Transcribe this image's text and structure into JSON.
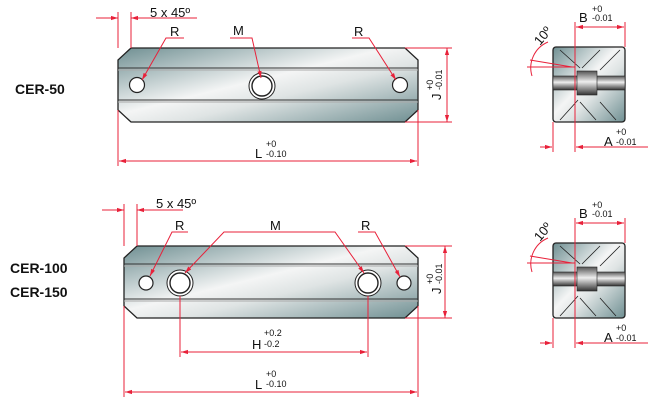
{
  "models": {
    "top": "CER-50",
    "bottom_1": "CER-100",
    "bottom_2": "CER-150"
  },
  "callouts": {
    "chamfer": "5 x 45º",
    "hole_r": "R",
    "thread_m": "M",
    "angle": "10º"
  },
  "dimensions": {
    "L": {
      "label": "L",
      "upper": "+0",
      "lower": "-0.10"
    },
    "J": {
      "label": "J",
      "upper": "+0",
      "lower": "-0.01"
    },
    "H": {
      "label": "H",
      "upper": "+0.2",
      "lower": "-0.2"
    },
    "A": {
      "label": "A",
      "upper": "+0",
      "lower": "-0.01"
    },
    "B": {
      "label": "B",
      "upper": "+0",
      "lower": "-0.01"
    }
  },
  "colors": {
    "dimension": "#e8213a",
    "steel_light": "#f2f4f4",
    "steel_dark": "#6f8f92"
  }
}
